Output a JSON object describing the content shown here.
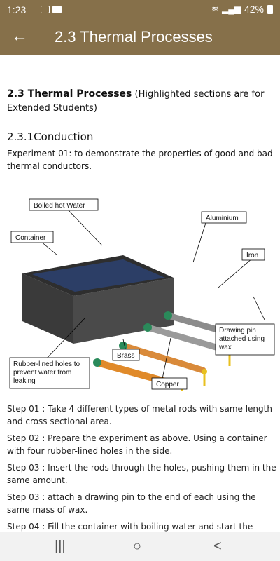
{
  "status": {
    "time": "1:23",
    "battery": "42%"
  },
  "app_bar": {
    "title": "2.3 Thermal Processes",
    "back_icon": "arrow-left-icon"
  },
  "document": {
    "section_title": "2.3 Thermal Processes",
    "section_note": "(Highlighted sections are for Extended Students)",
    "subsection": "2.3.1Conduction",
    "experiment_label": "Experiment 01:",
    "experiment_text": "to demonstrate the properties of good and bad thermal conductors.",
    "figure_labels": {
      "boiled": "Boiled hot Water",
      "container": "Container",
      "aluminium": "Aluminium",
      "iron": "Iron",
      "drawing_pin_1": "Drawing pin",
      "drawing_pin_2": "attached using",
      "drawing_pin_3": "wax",
      "brass": "Brass",
      "copper": "Copper",
      "holes_1": "Rubber-lined holes to",
      "holes_2": "prevent water from",
      "holes_3": "leaking"
    },
    "steps": [
      "Step 01 : Take 4 different types of metal rods with same length and cross sectional area.",
      "Step 02 : Prepare the experiment as above. Using a container with four rubber-lined holes in the side.",
      "Step 03 : Insert the rods through the holes, pushing them in the same amount.",
      "Step 03 : attach a drawing pin to the end of each using the same mass of wax.",
      "Step 04 : Fill the container with boiling water and start the"
    ]
  },
  "nav": {
    "recents": "|||",
    "home": "○",
    "back": "<"
  },
  "colors": {
    "app_bar": "#86704a",
    "container": "#3a3a3a",
    "water": "#2c3e66",
    "copper": "#e08a2a",
    "steel": "#9a9a9a",
    "pin": "#e8c020"
  }
}
